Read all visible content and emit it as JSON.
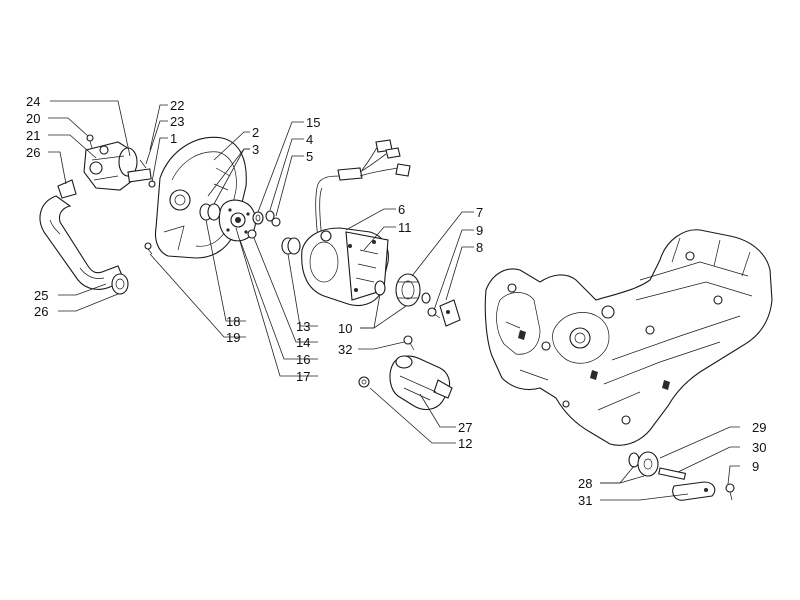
{
  "labels": [
    {
      "id": "24a",
      "text": "24"
    },
    {
      "id": "20",
      "text": "20"
    },
    {
      "id": "21",
      "text": "21"
    },
    {
      "id": "26a",
      "text": "26"
    },
    {
      "id": "22",
      "text": "22"
    },
    {
      "id": "23",
      "text": "23"
    },
    {
      "id": "1",
      "text": "1"
    },
    {
      "id": "2",
      "text": "2"
    },
    {
      "id": "3",
      "text": "3"
    },
    {
      "id": "15",
      "text": "15"
    },
    {
      "id": "4",
      "text": "4"
    },
    {
      "id": "5",
      "text": "5"
    },
    {
      "id": "6",
      "text": "6"
    },
    {
      "id": "11",
      "text": "11"
    },
    {
      "id": "7",
      "text": "7"
    },
    {
      "id": "9a",
      "text": "9"
    },
    {
      "id": "8",
      "text": "8"
    },
    {
      "id": "25",
      "text": "25"
    },
    {
      "id": "26b",
      "text": "26"
    },
    {
      "id": "18",
      "text": "18"
    },
    {
      "id": "19",
      "text": "19"
    },
    {
      "id": "13",
      "text": "13"
    },
    {
      "id": "14",
      "text": "14"
    },
    {
      "id": "16",
      "text": "16"
    },
    {
      "id": "17",
      "text": "17"
    },
    {
      "id": "10",
      "text": "10"
    },
    {
      "id": "32",
      "text": "32"
    },
    {
      "id": "27",
      "text": "27"
    },
    {
      "id": "12",
      "text": "12"
    },
    {
      "id": "29",
      "text": "29"
    },
    {
      "id": "30",
      "text": "30"
    },
    {
      "id": "9b",
      "text": "9"
    },
    {
      "id": "28",
      "text": "28"
    },
    {
      "id": "31",
      "text": "31"
    }
  ]
}
